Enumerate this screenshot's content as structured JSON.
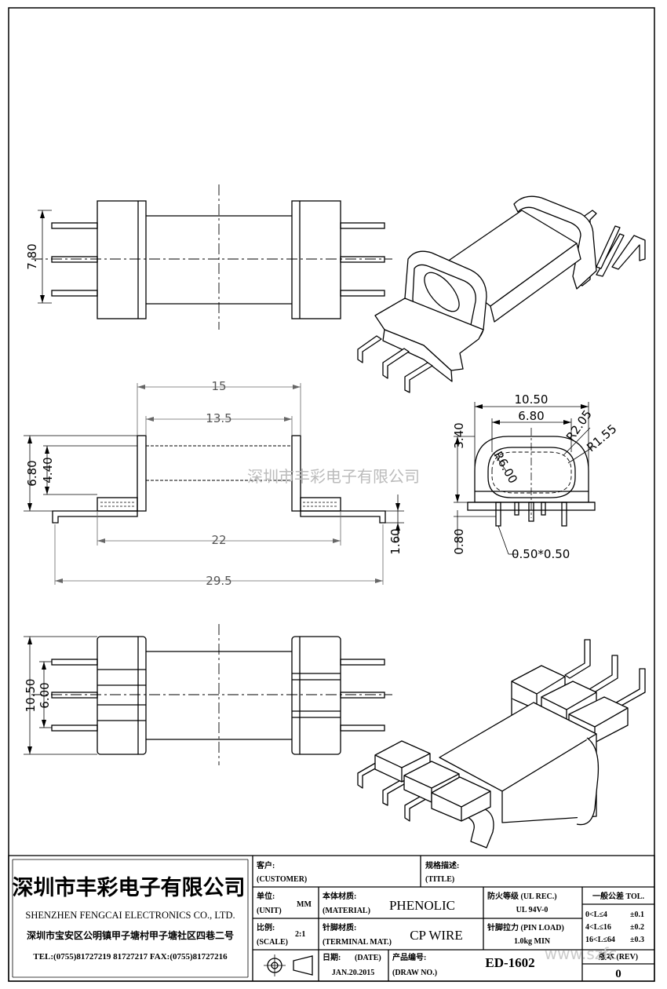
{
  "dimensions": {
    "top_height": "7.80",
    "length_15": "15",
    "length_13_5": "13.5",
    "height_6_80": "6.80",
    "height_4_40": "4.40",
    "length_22": "22",
    "pin_1_60": "1.60",
    "length_29_5": "29.5",
    "width_10_50": "10.50",
    "width_6_80": "6.80",
    "height_3_40": "3.40",
    "r_2_05": "R2.05",
    "r_1_55": "R1.55",
    "r_6_00": "R6.00",
    "pin_0_80": "0.80",
    "pin_size": "0.50*0.50",
    "bottom_10_50": "10.50",
    "bottom_6_00": "6.00"
  },
  "watermark": "深圳市丰彩电子有限公司",
  "corner_watermark": "www.szfc",
  "title_block": {
    "company_cn": "深圳市丰彩电子有限公司",
    "company_en": "SHENZHEN FENGCAI ELECTRONICS CO., LTD.",
    "address": "深圳市宝安区公明镇甲子塘村甲子塘社区四巷二号",
    "contact": "TEL:(0755)81727219  81727217   FAX:(0755)81727216",
    "customer_cn": "客户:",
    "customer_en": "(CUSTOMER)",
    "title_cn": "规格描述:",
    "title_en": "(TITLE)",
    "unit_cn": "单位:",
    "unit_en": "(UNIT)",
    "unit_value": "MM",
    "material_cn": "本体材质:",
    "material_en": "(MATERIAL)",
    "material_value": "PHENOLIC",
    "ul_cn": "防火等级 (UL REC.)",
    "ul_value": "UL 94V-0",
    "scale_cn": "比例:",
    "scale_en": "(SCALE)",
    "scale_value": "2:1",
    "terminal_cn": "针脚材质:",
    "terminal_en": "(TERMINAL MAT.)",
    "terminal_value": "CP WIRE",
    "pinload_cn": "针脚拉力 (PIN LOAD)",
    "pinload_value": "1.0kg MIN",
    "date_cn": "日期:",
    "date_en": "(DATE)",
    "date_value": "JAN.20.2015",
    "drawno_cn": "产品编号:",
    "drawno_en": "(DRAW NO.)",
    "drawno_value": "ED-1602",
    "rev_label": "版本 (REV)",
    "rev_value": "0",
    "tol_title": "一般公差 TOL.",
    "tol_rows": [
      {
        "range": "0<L≤4",
        "tol": "±0.1"
      },
      {
        "range": "4<L≤16",
        "tol": "±0.2"
      },
      {
        "range": "16<L≤64",
        "tol": "±0.3"
      }
    ]
  }
}
